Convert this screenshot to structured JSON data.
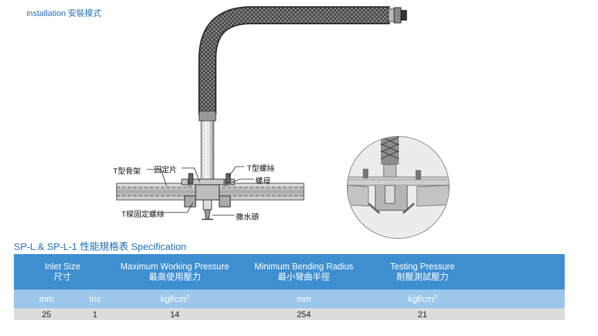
{
  "installation_title": "installation 安裝模式",
  "diagram_labels": {
    "t_frame": "T型骨架",
    "fixing_plate": "固定片",
    "t_screw": "T型螺絲",
    "nut": "螺母",
    "t_fix_screw": "T樑固定螺絲",
    "sprinkler": "撒水頭"
  },
  "spec": {
    "title": "SP-L & SP-L-1 性能規格表 Specification",
    "headers": [
      {
        "en": "Inlet Size",
        "zh": "尺寸"
      },
      {
        "en": "Maximum Working Pressure",
        "zh": "最高使用壓力"
      },
      {
        "en": "Minimum Bending Radius",
        "zh": "最小彎曲半徑"
      },
      {
        "en": "Testing Pressure",
        "zh": "耐壓測試壓力"
      }
    ],
    "units": {
      "mm": "mm",
      "ins": "Ins",
      "kgf": "kgf/cm",
      "sup": "2",
      "mm2": "mm",
      "kgf2": "kgf/cm",
      "sup2": "2"
    },
    "row": {
      "mm": "25",
      "ins": "1",
      "pressure": "14",
      "radius": "254",
      "test": "21"
    }
  },
  "colors": {
    "accent": "#1f6fb5",
    "header": "#3f8fd0",
    "subheader": "#9cc6ea",
    "row": "#dcdcdc"
  }
}
